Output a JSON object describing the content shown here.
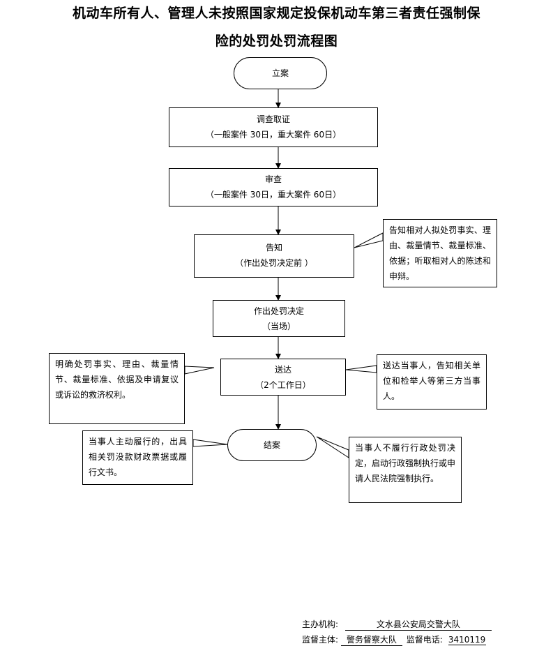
{
  "title": {
    "line1": "机动车所有人、管理人未按照国家规定投保机动车第三者责任强制保",
    "line2": "险的处罚处罚流程图"
  },
  "steps": {
    "start": "立案",
    "investigate": {
      "line1": "调查取证",
      "line2": "（一般案件 30日，重大案件 60日）"
    },
    "review": {
      "line1": "审查",
      "line2": "（一般案件 30日，重大案件 60日）"
    },
    "notify": {
      "line1": "告知",
      "line2": "（作出处罚决定前 ）"
    },
    "decide": {
      "line1": "作出处罚决定",
      "line2": "（当场）"
    },
    "deliver": {
      "line1": "送达",
      "line2": "（2个工作日）"
    },
    "close": "结案"
  },
  "notes": {
    "notify_right": "告知相对人拟处罚事实、理由、裁量情节、裁量标准、依据；听取相对人的陈述和申辩。",
    "deliver_left": "明确处罚事实、理由、裁量情节、裁量标准、依据及申请复议或诉讼的救济权利。",
    "deliver_right": "送达当事人，告知相关单位和检举人等第三方当事人。",
    "close_left": "当事人主动履行的，出具相关罚没款财政票据或履行文书。",
    "close_right": "当事人不履行行政处罚决定，启动行政强制执行或申请人民法院强制执行。"
  },
  "footer": {
    "host_label": "主办机构:",
    "host_value": "文水县公安局交警大队",
    "supervisor_label": "监督主体:",
    "supervisor_value": "警务督察大队",
    "phone_label": "监督电话:",
    "phone_value": "3410119"
  }
}
